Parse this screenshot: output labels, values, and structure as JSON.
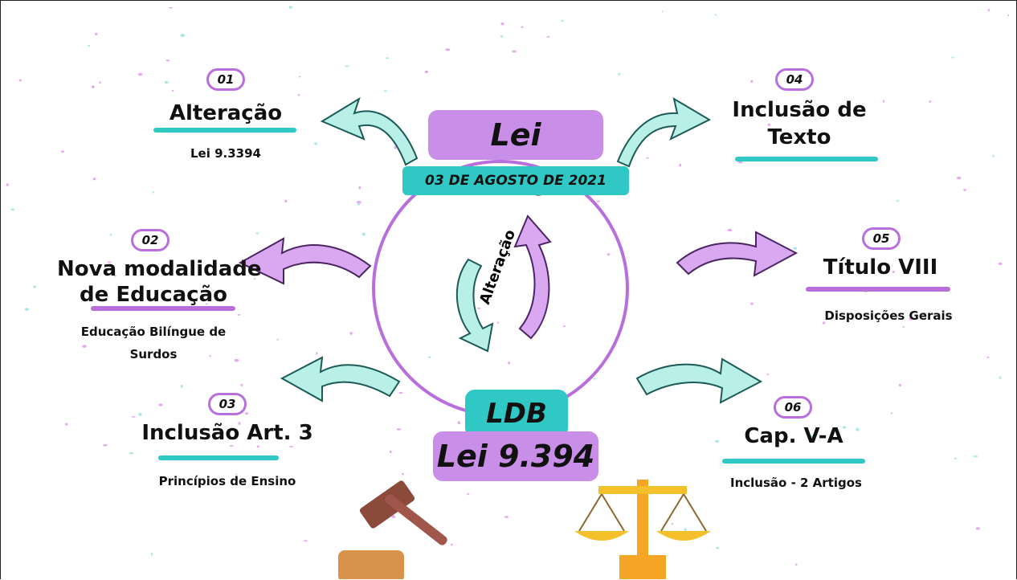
{
  "center": {
    "law_title": "Lei 14.191",
    "date": "03 DE AGOSTO DE 2021",
    "cycle_label": "Alteração",
    "ldb_label": "LDB",
    "ldb_law": "Lei 9.394"
  },
  "nodes": [
    {
      "number": "01",
      "title": "Alteração",
      "subtitle": "Lei 9.3394"
    },
    {
      "number": "02",
      "title_line1": "Nova modalidade",
      "title_line2": "de Educação",
      "subtitle_line1": "Educação Bilíngue de",
      "subtitle_line2": "Surdos"
    },
    {
      "number": "03",
      "title": "Inclusão Art. 3",
      "subtitle": "Princípios de Ensino"
    },
    {
      "number": "04",
      "title_line1": "Inclusão de",
      "title_line2": "Texto"
    },
    {
      "number": "05",
      "title": "Título VIII",
      "subtitle": "Disposições Gerais"
    },
    {
      "number": "06",
      "title": "Cap. V-A",
      "subtitle": "Inclusão - 2 Artigos"
    }
  ],
  "colors": {
    "teal": "#2fc8c5",
    "purple": "#c98ee8",
    "purple_dark": "#b86fdc",
    "arrow_teal": "#b8f0e8",
    "arrow_purple": "#d9a8f0"
  },
  "icons": [
    "gavel-icon",
    "scale-icon"
  ]
}
